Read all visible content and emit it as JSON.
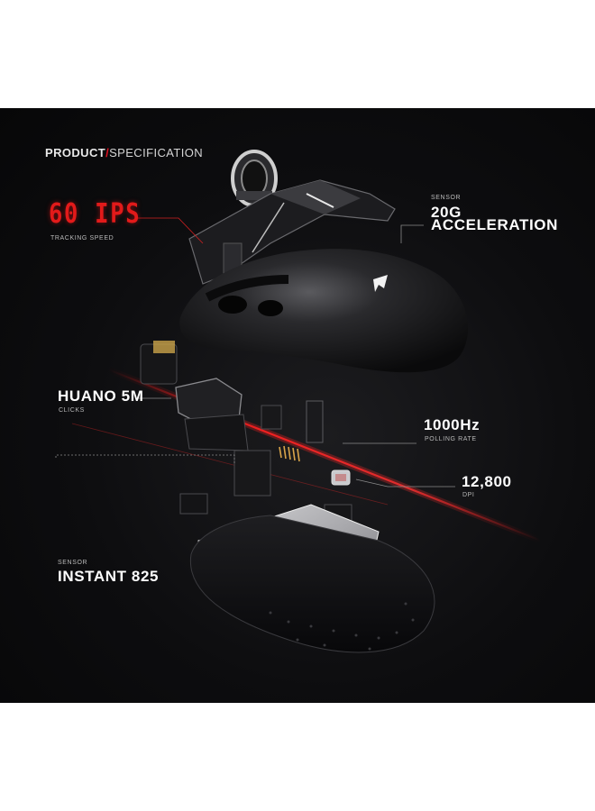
{
  "header": {
    "product": "PRODUCT",
    "slash": "/",
    "specification": "SPECIFICATION"
  },
  "specs": {
    "tracking": {
      "value": "60 IPS",
      "label": "TRACKING SPEED"
    },
    "acceleration": {
      "category": "SENSOR",
      "value_line1": "20G",
      "value_line2": "ACCELERATION"
    },
    "clicks": {
      "value": "HUANO 5M",
      "label": "CLICKS"
    },
    "polling": {
      "value": "1000Hz",
      "label": "POLLING RATE"
    },
    "dpi": {
      "value": "12,800",
      "label": "DPI"
    },
    "sensor": {
      "category": "SENSOR",
      "value": "INSTANT 825"
    }
  },
  "colors": {
    "background": "#0d0d0f",
    "accent": "#e01020",
    "text": "#ffffff"
  }
}
